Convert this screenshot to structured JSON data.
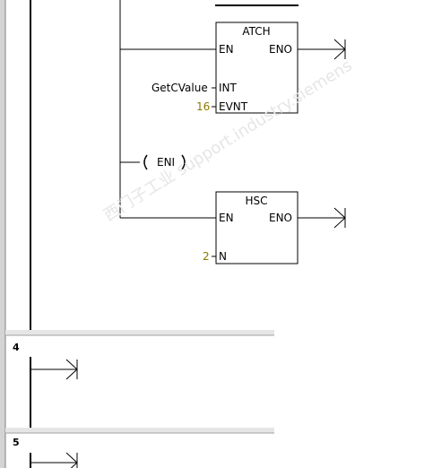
{
  "networks": [
    {
      "number": "4"
    },
    {
      "number": "5"
    }
  ],
  "blocks": {
    "atch": {
      "title": "ATCH",
      "pins": {
        "en": "EN",
        "eno": "ENO",
        "int": "INT",
        "evnt": "EVNT"
      },
      "inputs": {
        "int": "GetCValue",
        "evnt": "16"
      }
    },
    "eni": {
      "label": "ENI"
    },
    "hsc": {
      "title": "HSC",
      "pins": {
        "en": "EN",
        "eno": "ENO",
        "n": "N"
      },
      "inputs": {
        "n": "2"
      }
    }
  },
  "watermark": {
    "text": "西门子工业 support.industry.siemens"
  },
  "colors": {
    "wire": "#000000",
    "constant": "#8a7a00",
    "divider": "#c0c0c0"
  }
}
